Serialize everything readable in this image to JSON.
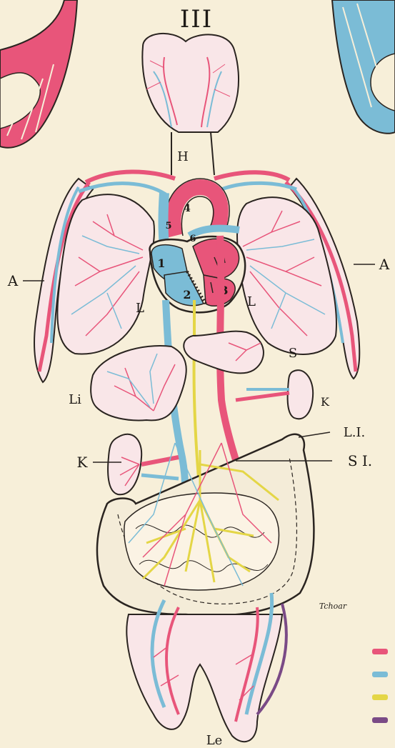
{
  "plate": {
    "numeral": "III"
  },
  "labels": {
    "head": "H",
    "arm_left": "A",
    "arm_right": "A",
    "lung_left": "L",
    "lung_right": "L",
    "stomach": "S",
    "liver": "Li",
    "kidney_left": "K",
    "kidney_right": "K",
    "large_intestine": "L.I.",
    "small_intestine": "S I.",
    "legs": "Le",
    "signature": "Tchoar"
  },
  "heart_numbers": [
    "1",
    "2",
    "3",
    "4",
    "5",
    "6"
  ],
  "colors": {
    "artery": "#e8557a",
    "vein": "#7bbcd6",
    "nerve": "#e4d646",
    "portal": "#7a4a86",
    "outline": "#2a2420",
    "background": "#f7efd9"
  },
  "legend": [
    {
      "color": "#e8557a"
    },
    {
      "color": "#7bbcd6"
    },
    {
      "color": "#e4d646"
    },
    {
      "color": "#7a4a86"
    }
  ]
}
